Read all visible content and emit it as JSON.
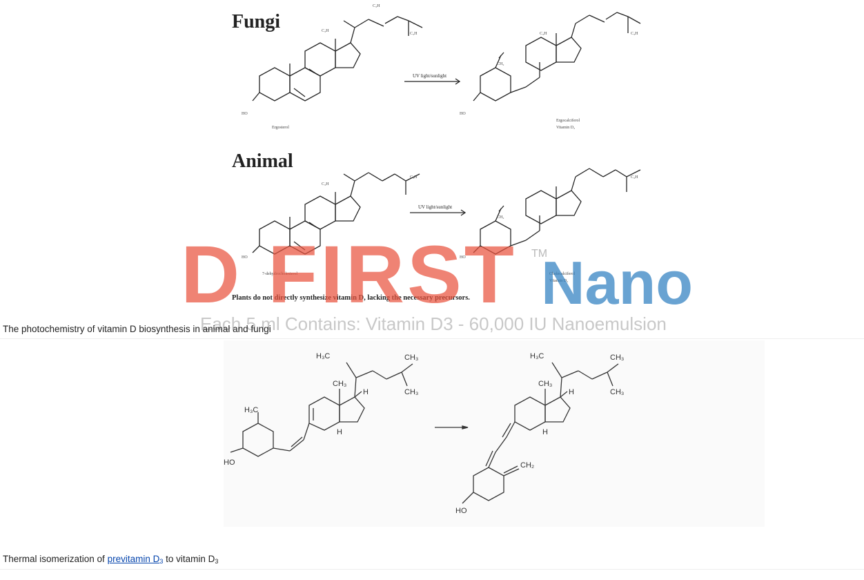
{
  "figure1": {
    "fungi": {
      "heading": "Fungi",
      "arrow_label": "UV light/sunlight",
      "reactant": "Ergosterol",
      "product": "Ergocalciferol",
      "product_sub": "Vitamin D₂"
    },
    "animal": {
      "heading": "Animal",
      "arrow_label": "UV light/sunlight",
      "reactant": "7-dehydrocholesterol",
      "product": "Cholecalciferol",
      "product_sub": "Vitamin D₃"
    },
    "footnote": "Plants do not directly synthesize vitamin D, lacking the necessary precursors.",
    "atom_labels": {
      "ch3": "C₃H",
      "ho": "HO",
      "ch2": "CH₂"
    }
  },
  "caption1": "The photochemistry of vitamin D biosynthesis in animal and fungi",
  "figure2": {
    "labels": {
      "h3c": "H₃C",
      "ch3": "CH₃",
      "h": "H",
      "ho": "HO",
      "ch2": "CH₂"
    }
  },
  "caption2": {
    "prefix": "Thermal isomerization of ",
    "link": "previtamin D",
    "link_sub": "3",
    "suffix_1": " to vitamin D",
    "suffix_sub": "3"
  },
  "watermark": {
    "brand": "D FIRST",
    "brand_suffix": "Nano",
    "tm": "TM",
    "tagline": "Each 5 ml Contains: Vitamin D3 - 60,000 IU Nanoemulsion",
    "colors": {
      "brand": "#e9533f",
      "nano": "#2f7fc1",
      "tagline": "#9a9a9a"
    }
  }
}
